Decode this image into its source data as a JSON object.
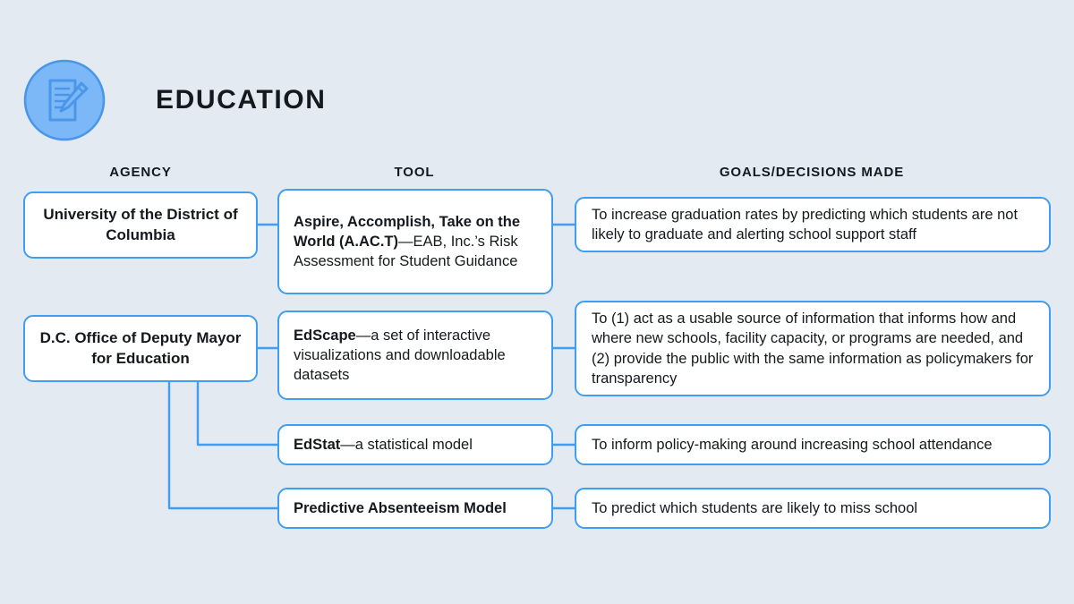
{
  "page": {
    "title": "EDUCATION",
    "icon": "document-pencil-icon",
    "background_color": "#e3eaf2",
    "accent_color": "#3f9ef2",
    "icon_fill_color": "#7cb8f7",
    "icon_stroke_color": "#4a96e8",
    "text_color": "#15191d"
  },
  "columns": [
    {
      "key": "agency",
      "label": "AGENCY"
    },
    {
      "key": "tool",
      "label": "TOOL"
    },
    {
      "key": "goals",
      "label": "GOALS/DECISIONS MADE"
    }
  ],
  "agencies": [
    {
      "id": "udc",
      "label": "University of the District of Columbia"
    },
    {
      "id": "dme",
      "label": "D.C. Office of Deputy Mayor for Education"
    }
  ],
  "rows": [
    {
      "id": "row-act",
      "agency": "udc",
      "tool_bold": "Aspire, Accomplish, Take on the World (A.AC.T)",
      "tool_rest": "—EAB, Inc.’s Risk Assessment for Student Guidance",
      "goal": "To increase graduation rates by predicting which students are not likely to graduate and alerting school support staff"
    },
    {
      "id": "row-edscape",
      "agency": "dme",
      "tool_bold": "EdScape",
      "tool_rest": "—a set of interactive visualizations and downloadable datasets",
      "goal": "To (1) act as a usable source of information that informs how and where new schools, facility capacity, or programs are needed, and (2) provide the public with the same information as policymakers for transparency"
    },
    {
      "id": "row-edstat",
      "agency": "dme",
      "tool_bold": "EdStat",
      "tool_rest": "—a statistical model",
      "goal": "To inform policy-making around increasing school attendance"
    },
    {
      "id": "row-absenteeism",
      "agency": "dme",
      "tool_bold": "Predictive Absenteeism Model",
      "tool_rest": "",
      "goal": "To predict which students are likely to miss school"
    }
  ]
}
